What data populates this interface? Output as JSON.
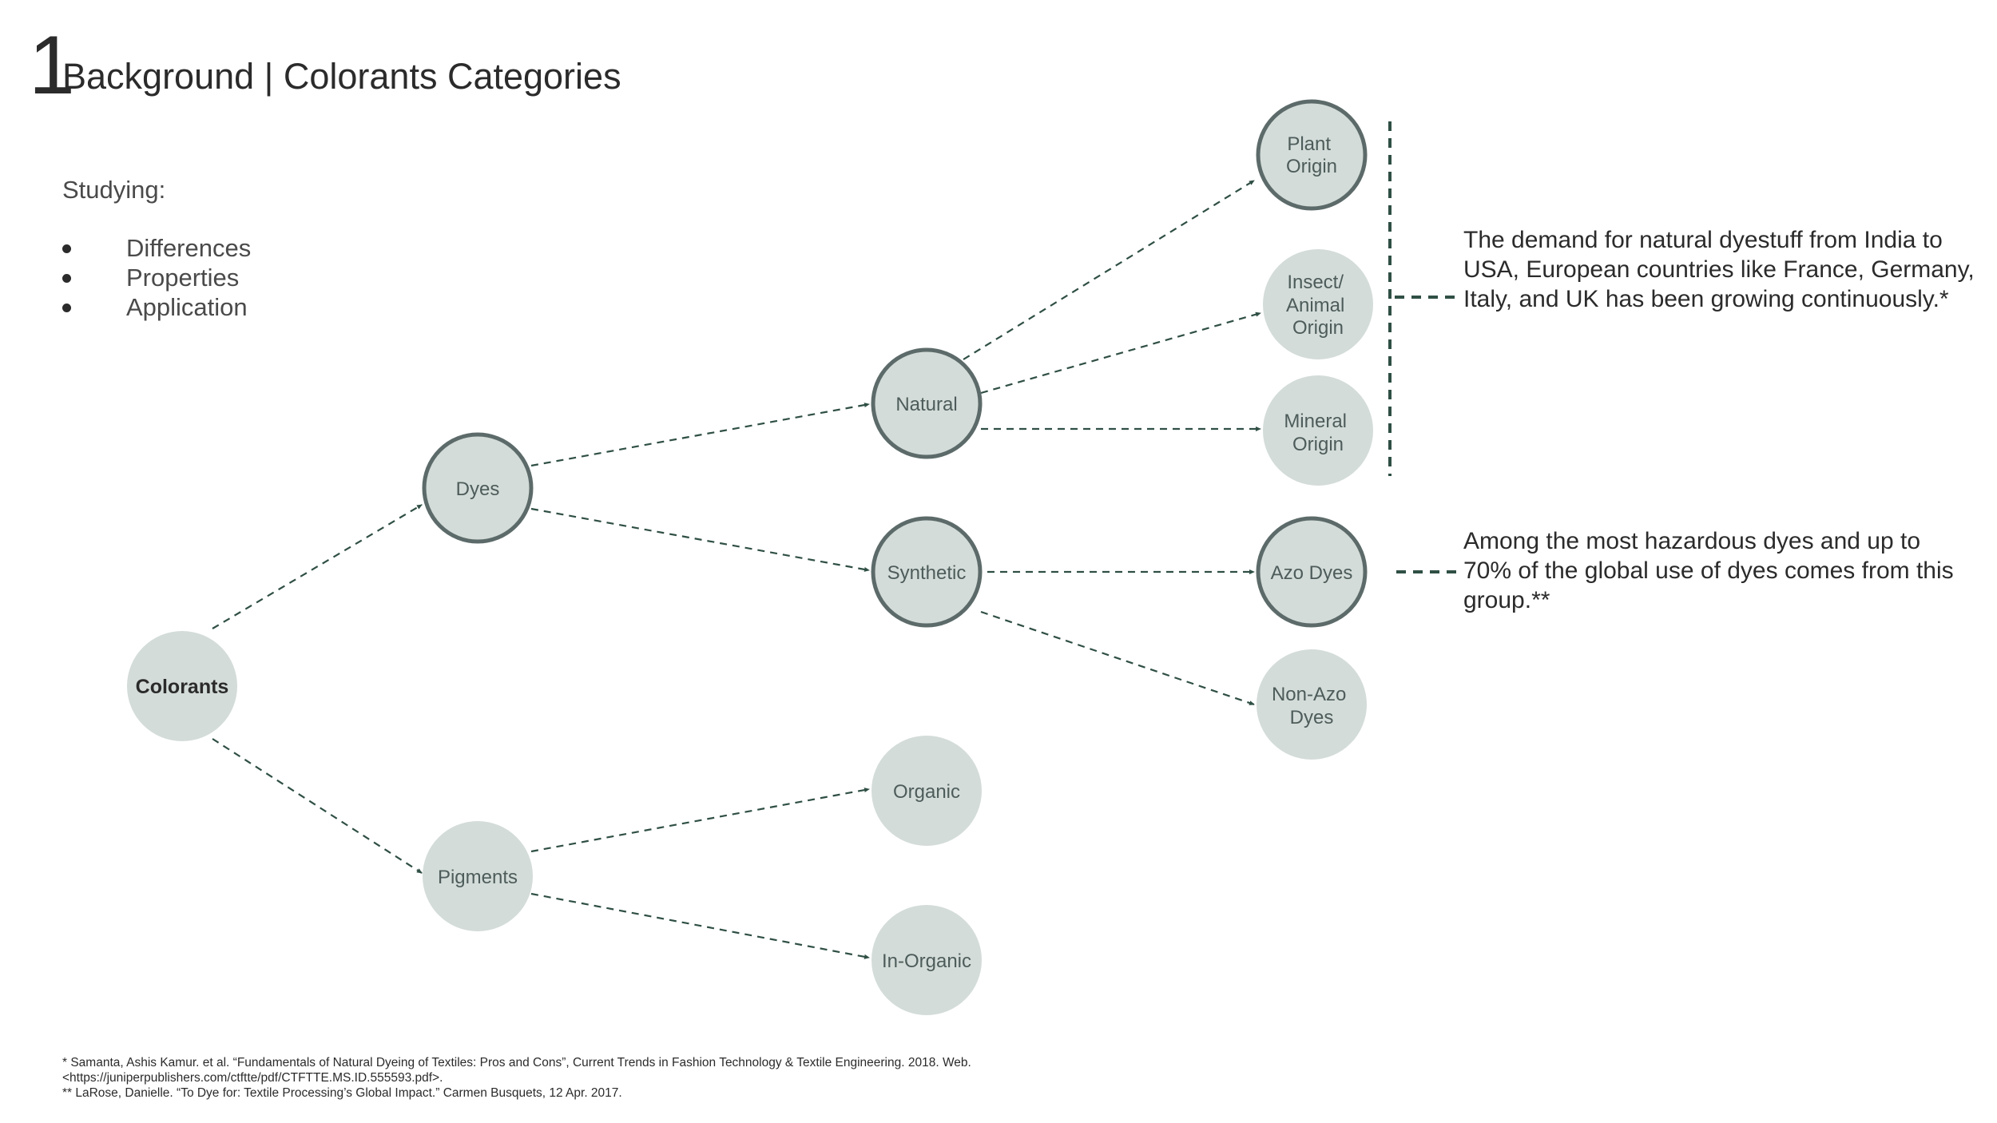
{
  "slide_number": "1",
  "title": "Background | Colorants Categories",
  "studying": {
    "heading": "Studying:",
    "items": [
      "Differences",
      "Properties",
      "Application"
    ]
  },
  "nodes": {
    "colorants": "Colorants",
    "dyes": "Dyes",
    "pigments": "Pigments",
    "natural": "Natural",
    "synthetic": "Synthetic",
    "organic": "Organic",
    "inorganic": "In-Organic",
    "plant_origin": [
      "Plant",
      "Origin"
    ],
    "insect_animal_origin": [
      "Insect/",
      "Animal",
      "Origin"
    ],
    "mineral_origin": [
      "Mineral",
      "Origin"
    ],
    "azo_dyes": "Azo Dyes",
    "non_azo_dyes": [
      "Non-Azo",
      "Dyes"
    ]
  },
  "notes": {
    "natural_demand": "The demand for natural dyestuff from India to USA, European countries like France, Germany, Italy, and UK has been growing continuously.*",
    "azo_hazard": "Among the most hazardous dyes and up to 70% of the global use of dyes comes from this group.**"
  },
  "footnotes": {
    "ref1_line1": "* Samanta, Ashis Kamur. et al. “Fundamentals of Natural Dyeing of Textiles: Pros and Cons”, Current Trends in Fashion Technology & Textile Engineering. 2018. Web.",
    "ref1_line2": "<https://juniperpublishers.com/ctftte/pdf/CTFTTE.MS.ID.555593.pdf>.",
    "ref2": "** LaRose, Danielle. “To Dye for: Textile Processing’s Global Impact.” Carmen Busquets, 12 Apr. 2017."
  },
  "colors": {
    "node_fill": "#d3dcd9",
    "node_border": "#5c6b69",
    "connector": "#2f4f45",
    "text": "#2b2b2b"
  }
}
